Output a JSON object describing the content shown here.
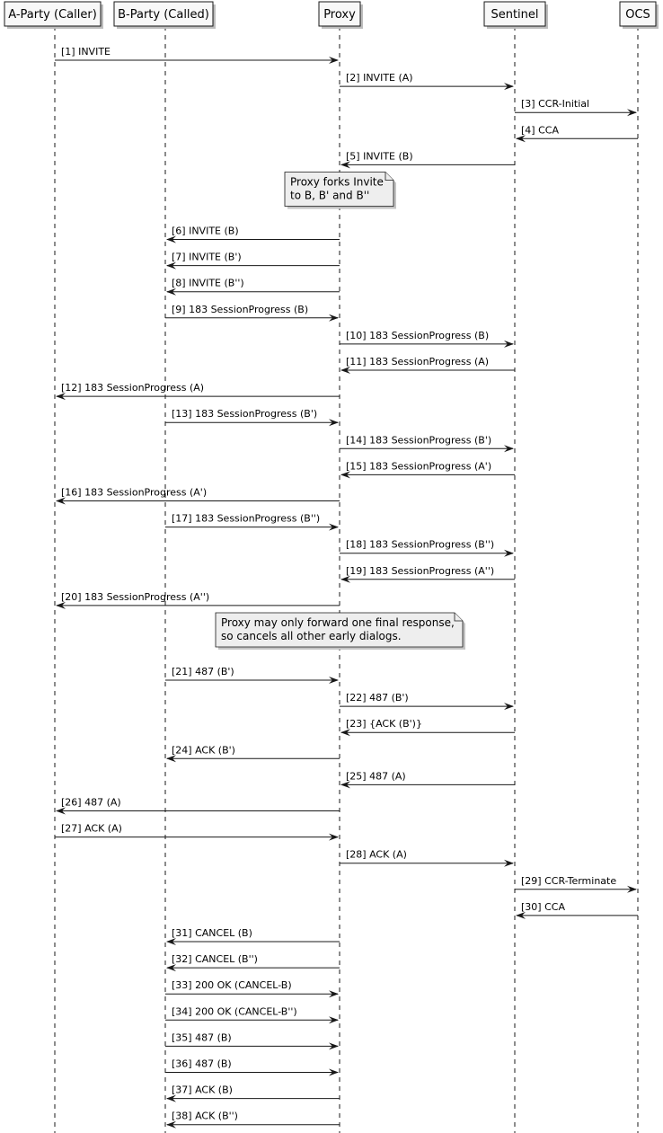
{
  "participants": [
    {
      "id": "A",
      "label": "A-Party (Caller)"
    },
    {
      "id": "B",
      "label": "B-Party (Called)"
    },
    {
      "id": "P",
      "label": "Proxy"
    },
    {
      "id": "S",
      "label": "Sentinel"
    },
    {
      "id": "O",
      "label": "OCS"
    }
  ],
  "items": [
    {
      "kind": "msg",
      "from": "A",
      "to": "P",
      "text": "[1] INVITE"
    },
    {
      "kind": "msg",
      "from": "P",
      "to": "S",
      "text": "[2] INVITE (A)"
    },
    {
      "kind": "msg",
      "from": "S",
      "to": "O",
      "text": "[3] CCR-Initial"
    },
    {
      "kind": "msg",
      "from": "O",
      "to": "S",
      "text": "[4] CCA"
    },
    {
      "kind": "msg",
      "from": "S",
      "to": "P",
      "text": "[5] INVITE (B)"
    },
    {
      "kind": "note",
      "over": "P",
      "lines": [
        "Proxy forks Invite",
        "to B, B' and B''"
      ]
    },
    {
      "kind": "msg",
      "from": "P",
      "to": "B",
      "text": "[6] INVITE (B)"
    },
    {
      "kind": "msg",
      "from": "P",
      "to": "B",
      "text": "[7] INVITE (B')"
    },
    {
      "kind": "msg",
      "from": "P",
      "to": "B",
      "text": "[8] INVITE (B'')"
    },
    {
      "kind": "msg",
      "from": "B",
      "to": "P",
      "text": "[9] 183 SessionProgress (B)"
    },
    {
      "kind": "msg",
      "from": "P",
      "to": "S",
      "text": "[10] 183 SessionProgress (B)"
    },
    {
      "kind": "msg",
      "from": "S",
      "to": "P",
      "text": "[11] 183 SessionProgress (A)"
    },
    {
      "kind": "msg",
      "from": "P",
      "to": "A",
      "text": "[12] 183 SessionProgress (A)"
    },
    {
      "kind": "msg",
      "from": "B",
      "to": "P",
      "text": "[13] 183 SessionProgress (B')"
    },
    {
      "kind": "msg",
      "from": "P",
      "to": "S",
      "text": "[14] 183 SessionProgress (B')"
    },
    {
      "kind": "msg",
      "from": "S",
      "to": "P",
      "text": "[15] 183 SessionProgress (A')"
    },
    {
      "kind": "msg",
      "from": "P",
      "to": "A",
      "text": "[16] 183 SessionProgress (A')"
    },
    {
      "kind": "msg",
      "from": "B",
      "to": "P",
      "text": "[17] 183 SessionProgress (B'')"
    },
    {
      "kind": "msg",
      "from": "P",
      "to": "S",
      "text": "[18] 183 SessionProgress (B'')"
    },
    {
      "kind": "msg",
      "from": "S",
      "to": "P",
      "text": "[19] 183 SessionProgress (A'')"
    },
    {
      "kind": "msg",
      "from": "P",
      "to": "A",
      "text": "[20] 183 SessionProgress (A'')"
    },
    {
      "kind": "note",
      "over": "P",
      "lines": [
        "Proxy may only forward one final response,",
        "so cancels all other early dialogs."
      ]
    },
    {
      "kind": "msg",
      "from": "B",
      "to": "P",
      "text": "[21] 487 (B')"
    },
    {
      "kind": "msg",
      "from": "P",
      "to": "S",
      "text": "[22] 487 (B')"
    },
    {
      "kind": "msg",
      "from": "S",
      "to": "P",
      "text": "[23] {ACK (B')}"
    },
    {
      "kind": "msg",
      "from": "P",
      "to": "B",
      "text": "[24] ACK (B')"
    },
    {
      "kind": "msg",
      "from": "S",
      "to": "P",
      "text": "[25] 487 (A)"
    },
    {
      "kind": "msg",
      "from": "P",
      "to": "A",
      "text": "[26] 487 (A)"
    },
    {
      "kind": "msg",
      "from": "A",
      "to": "P",
      "text": "[27] ACK (A)"
    },
    {
      "kind": "msg",
      "from": "P",
      "to": "S",
      "text": "[28] ACK (A)"
    },
    {
      "kind": "msg",
      "from": "S",
      "to": "O",
      "text": "[29] CCR-Terminate"
    },
    {
      "kind": "msg",
      "from": "O",
      "to": "S",
      "text": "[30] CCA"
    },
    {
      "kind": "msg",
      "from": "P",
      "to": "B",
      "text": "[31] CANCEL (B)"
    },
    {
      "kind": "msg",
      "from": "P",
      "to": "B",
      "text": "[32] CANCEL (B'')"
    },
    {
      "kind": "msg",
      "from": "B",
      "to": "P",
      "text": "[33] 200 OK (CANCEL-B)"
    },
    {
      "kind": "msg",
      "from": "B",
      "to": "P",
      "text": "[34] 200 OK (CANCEL-B'')"
    },
    {
      "kind": "msg",
      "from": "B",
      "to": "P",
      "text": "[35] 487 (B)"
    },
    {
      "kind": "msg",
      "from": "B",
      "to": "P",
      "text": "[36] 487 (B)"
    },
    {
      "kind": "msg",
      "from": "P",
      "to": "B",
      "text": "[37] ACK (B)"
    },
    {
      "kind": "msg",
      "from": "P",
      "to": "B",
      "text": "[38] ACK (B'')"
    }
  ]
}
